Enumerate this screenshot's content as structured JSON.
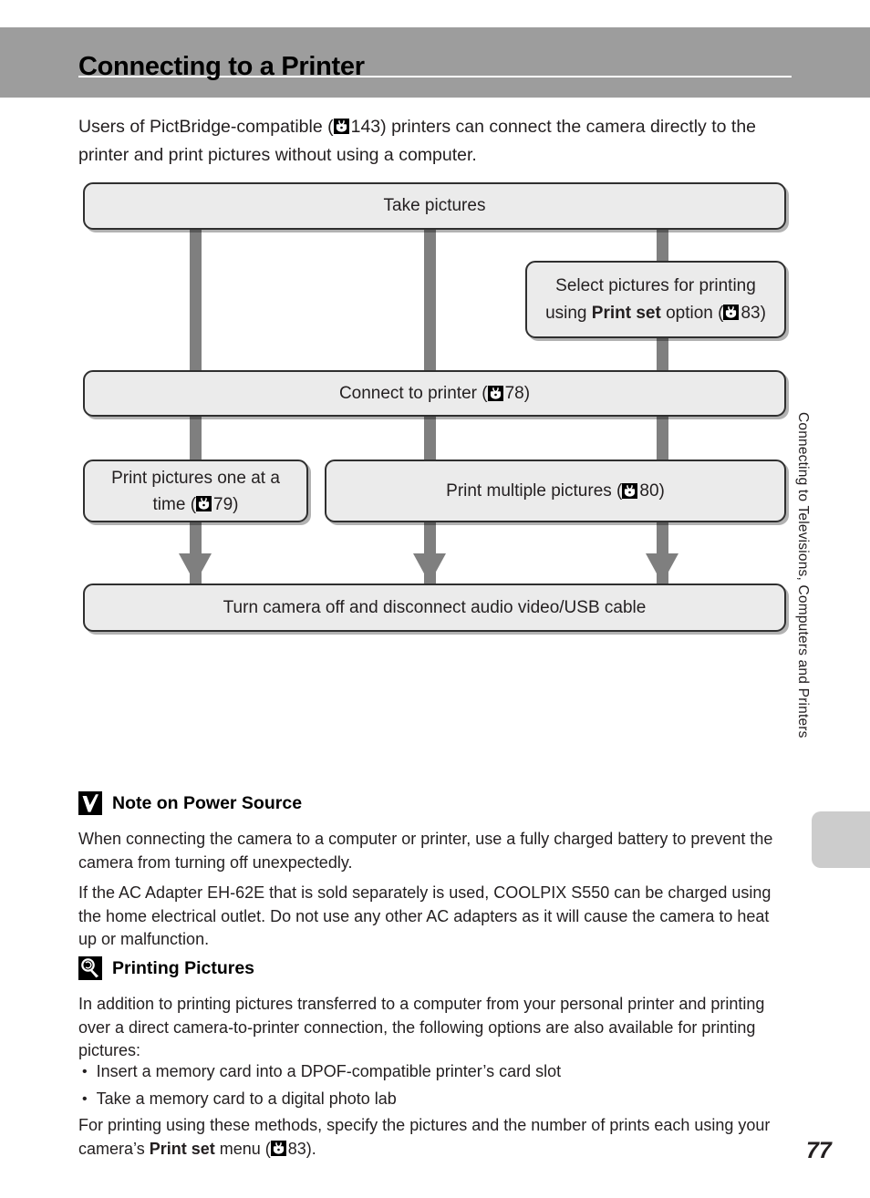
{
  "header": {
    "title": "Connecting to a Printer"
  },
  "intro": {
    "text_before_icon": "Users of PictBridge-compatible (",
    "page_ref": "143",
    "text_after_icon": ") printers can connect the camera directly to the printer and print pictures without using a computer.",
    "icon": "page-reference-icon"
  },
  "flowchart": {
    "type": "flow-diagram",
    "boxes": [
      {
        "id": "take-pictures",
        "label": "Take pictures",
        "page_ref": null
      },
      {
        "id": "select-pictures-print-set",
        "line1": "Select pictures for printing",
        "line2_before": "using ",
        "line2_bold": "Print set",
        "line2_after": " option (",
        "page_ref": "83",
        "line2_end": ")"
      },
      {
        "id": "connect-to-printer",
        "label_before": "Connect to printer (",
        "page_ref": "78",
        "label_after": ")"
      },
      {
        "id": "print-one-at-a-time",
        "line1": "Print pictures one at a",
        "line2_before": "time (",
        "page_ref": "79",
        "line2_after": ")"
      },
      {
        "id": "print-multiple-pictures",
        "label_before": "Print multiple pictures (",
        "page_ref": "80",
        "label_after": ")"
      },
      {
        "id": "turn-camera-off",
        "label": "Turn camera off and disconnect audio video/USB cable"
      }
    ],
    "connector_color": "#7f7f7f",
    "box_fill": "#ebebeb",
    "box_border": "#2f2f2f"
  },
  "side_tab": {
    "text": "Connecting to Televisions, Computers and Printers",
    "tab_color": "#cccccc"
  },
  "notes": [
    {
      "id": "note-power-source",
      "icon": "caution-check-icon",
      "title": "Note on Power Source",
      "paragraphs": [
        "When connecting the camera to a computer or printer, use a fully charged battery to prevent the camera from turning off unexpectedly.",
        "If the AC Adapter EH-62E that is sold separately is used, COOLPIX S550 can be charged using the home electrical outlet. Do not use any other AC adapters as it will cause the camera to heat up or malfunction."
      ]
    },
    {
      "id": "note-printing-pictures",
      "icon": "tip-magnifier-icon",
      "title": "Printing Pictures",
      "intro_paragraph": "In addition to printing pictures transferred to a computer from your personal printer and printing over a direct camera-to-printer connection, the following options are also available for printing pictures:",
      "bullets": [
        "Insert a memory card into a DPOF-compatible printer’s card slot",
        "Take a memory card to a digital photo lab"
      ],
      "closing_before": "For printing using these methods, specify the pictures and the number of prints each using your camera’s ",
      "closing_bold": "Print set",
      "closing_mid": " menu (",
      "closing_page_ref": "83",
      "closing_after": ")."
    }
  ],
  "footer": {
    "page_number": "77"
  }
}
